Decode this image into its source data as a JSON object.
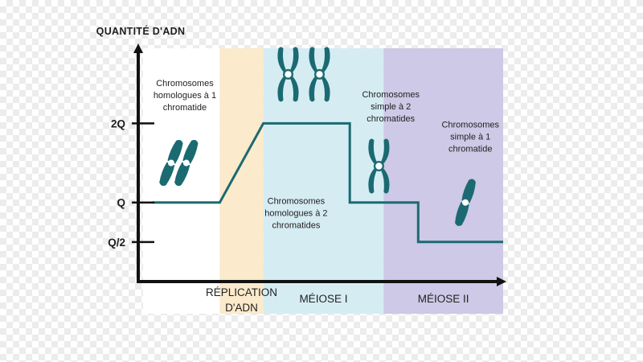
{
  "chart_data": {
    "type": "line",
    "ylabel": "QUANTITÉ D'ADN",
    "y_ticks": [
      {
        "label": "2Q",
        "value": 2
      },
      {
        "label": "Q",
        "value": 1
      },
      {
        "label": "Q/2",
        "value": 0.5
      }
    ],
    "ylim": [
      0,
      2.95
    ],
    "xlim": [
      0,
      100
    ],
    "grid": false,
    "phases": [
      {
        "label": "",
        "start": 0,
        "end": 21.3,
        "color": "#ffffff"
      },
      {
        "label": "RÉPLICATION D'ADN",
        "lines": [
          "RÉPLICATION",
          "D'ADN"
        ],
        "start": 21.3,
        "end": 33.4,
        "color": "#fbeacb"
      },
      {
        "label": "MÉIOSE I",
        "lines": [
          "MÉIOSE I"
        ],
        "start": 33.4,
        "end": 66.8,
        "color": "#d5ecf3"
      },
      {
        "label": "MÉIOSE II",
        "lines": [
          "MÉIOSE II"
        ],
        "start": 66.8,
        "end": 100,
        "color": "#cdc9e6"
      }
    ],
    "series": [
      {
        "color": "#1b6a72",
        "points": [
          [
            2.7,
            1
          ],
          [
            21.3,
            1
          ],
          [
            33.4,
            2
          ],
          [
            57.4,
            2
          ],
          [
            57.4,
            1
          ],
          [
            76.4,
            1
          ],
          [
            76.4,
            0.5
          ],
          [
            100,
            0.5
          ]
        ]
      }
    ],
    "annotations": [
      {
        "key": "a1",
        "lines": [
          "Chromosomes",
          "homologues à 1",
          "chromatide"
        ],
        "x": 11.6,
        "y": 2.47
      },
      {
        "key": "a2",
        "lines": [
          "Chromosomes",
          "homologues à 2",
          "chromatides"
        ],
        "x": 42.5,
        "y": 0.98
      },
      {
        "key": "a3",
        "lines": [
          "Chromosomes",
          "simple à 2",
          "chromatides"
        ],
        "x": 68.8,
        "y": 2.33
      },
      {
        "key": "a4",
        "lines": [
          "Chromosomes",
          "simple à 1",
          "chromatide"
        ],
        "x": 90.9,
        "y": 1.95
      }
    ],
    "chromosome_icons": [
      {
        "name": "homologous-one-chromatid-icon",
        "type": "one-chromatid",
        "x": 7.8,
        "y": 1.5,
        "tilt": 22
      },
      {
        "name": "homologous-one-chromatid-icon",
        "type": "one-chromatid",
        "x": 12.0,
        "y": 1.5,
        "tilt": 22
      },
      {
        "name": "homologous-two-chromatid-icon",
        "type": "two-chromatid",
        "x": 40.3,
        "y": 2.62,
        "tilt": 0
      },
      {
        "name": "homologous-two-chromatid-icon",
        "type": "two-chromatid",
        "x": 49.0,
        "y": 2.62,
        "tilt": 0
      },
      {
        "name": "simple-two-chromatid-icon",
        "type": "two-chromatid",
        "x": 65.5,
        "y": 1.46,
        "tilt": 0
      },
      {
        "name": "simple-one-chromatid-icon",
        "type": "one-chromatid",
        "x": 89.5,
        "y": 1.0,
        "tilt": 18
      }
    ],
    "icon_color": "#1b6a72"
  }
}
